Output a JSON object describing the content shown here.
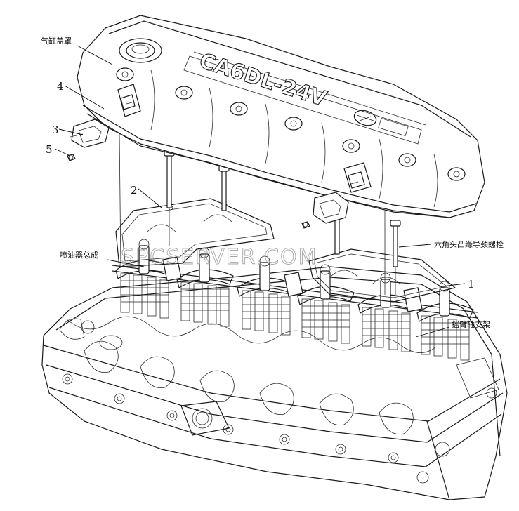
{
  "diagram": {
    "embossed_text": "CA6DL-24V",
    "watermark": "SPCSERVER.COM",
    "callouts": {
      "valve_cover": "气缸盖罩",
      "part4": "4",
      "part3": "3",
      "part5": "5",
      "part2": "2",
      "injector": "喷油器总成",
      "hex_bolt": "六角头凸缘导颈螺栓",
      "part1": "1",
      "rocker_support": "摇臂轴支架"
    }
  },
  "colors": {
    "ink": "#1a1a1a",
    "watermark": "#8a8a8a",
    "background": "#ffffff"
  }
}
